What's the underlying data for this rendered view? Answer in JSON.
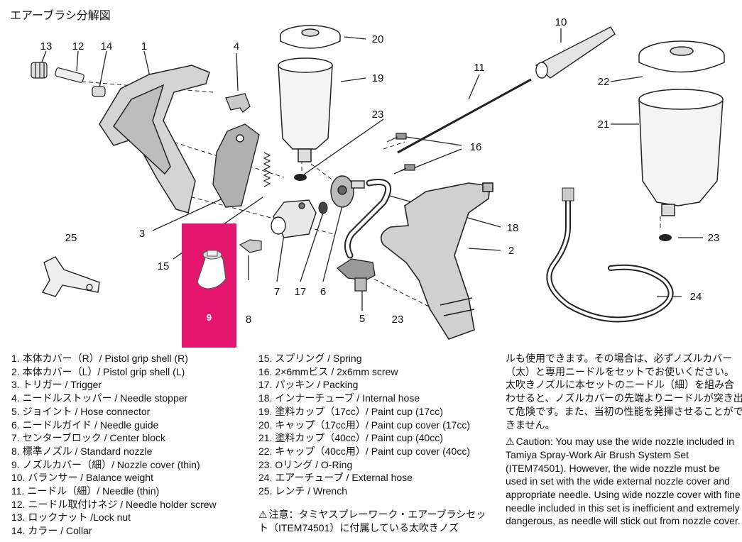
{
  "title": "エアーブラシ分解図",
  "callouts": {
    "n1": "1",
    "n2": "2",
    "n3": "3",
    "n4": "4",
    "n5": "5",
    "n6": "6",
    "n7": "7",
    "n8": "8",
    "n9": "9",
    "n10": "10",
    "n11": "11",
    "n12": "12",
    "n13": "13",
    "n14": "14",
    "n15": "15",
    "n16": "16",
    "n17": "17",
    "n18": "18",
    "n19": "19",
    "n20": "20",
    "n21": "21",
    "n22": "22",
    "n23a": "23",
    "n23b": "23",
    "n23c": "23",
    "n24": "24",
    "n25": "25"
  },
  "parts_left": [
    "1. 本体カバー（R）/ Pistol grip shell (R)",
    "2. 本体カバー（L）/ Pistol grip shell (L)",
    "3. トリガー / Trigger",
    "4. ニードルストッパー / Needle stopper",
    "5. ジョイント / Hose connector",
    "6. ニードルガイド / Needle guide",
    "7. センターブロック / Center block",
    "8. 標準ノズル / Standard nozzle",
    "9. ノズルカバー（細）/ Nozzle cover (thin)",
    "10. バランサー / Balance weight",
    "11. ニードル（細）/ Needle (thin)",
    "12. ニードル取付けネジ / Needle holder screw",
    "13. ロックナット /Lock nut",
    "14. カラー / Collar"
  ],
  "parts_right": [
    "15. スプリング / Spring",
    "16. 2×6mmビス / 2x6mm screw",
    "17. パッキン / Packing",
    "18. インナーチューブ / Internal hose",
    "19. 塗料カップ（17cc）/ Paint cup (17cc)",
    "20. キャップ（17cc用）/ Paint cup cover (17cc)",
    "21. 塗料カップ（40cc）/ Paint cup (40cc)",
    "22. キャップ（40cc用）/ Paint cup cover (40cc)",
    "23. Oリング / O-Ring",
    "24. エアーチューブ / External hose",
    "25. レンチ / Wrench"
  ],
  "note_jp_start": "注意：タミヤスプレーワーク・エアーブラシセット（ITEM74501）に付属している太吹きノズ",
  "note_jp_cont": "ルも使用できます。その場合は、必ずノズルカバー（太）と専用ニードルをセットでお使いください。太吹きノズルに本セットのニードル（細）を組み合わせると、ノズルカバーの先端よりニードルが突き出て危険です。また、当初の性能を発揮させることができません。",
  "caution_en": "Caution: You may use the wide nozzle included in Tamiya Spray-Work Air Brush System Set (ITEM74501). However, the wide nozzle must be used in set with the wide external nozzle cover and appropriate needle. Using wide nozzle cover with fine needle included in this set is inefficient and extremely dangerous, as needle will stick out from nozzle cover.",
  "colors": {
    "highlight": "#e6156f",
    "line": "#222222",
    "part_fill": "#d4d4d4"
  }
}
